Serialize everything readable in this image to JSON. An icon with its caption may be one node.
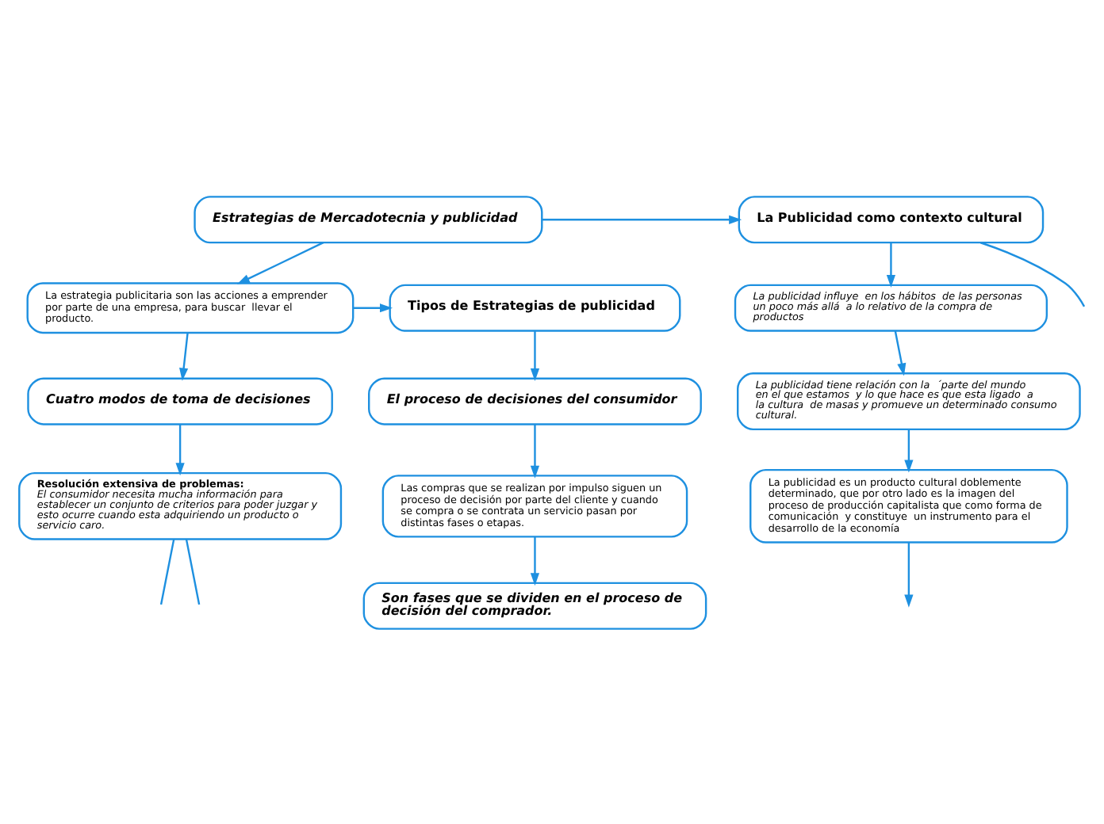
{
  "diagram": {
    "nodes": [
      {
        "text": [
          "Estrategias de Mercadotecnia y publicidad"
        ]
      },
      {
        "text": [
          "La estrategia publicitaria son las acciones a emprender por parte de una empresa, para buscar  llevar el producto."
        ]
      },
      {
        "text": [
          "Cuatro modos de toma de decisiones"
        ]
      },
      {
        "text": [
          "Resolución extensiva de problemas:",
          "El consumidor necesita mucha información para establecer un conjunto de criterios para poder juzgar y esto ocurre cuando esta adquiriendo un producto o servicio caro."
        ]
      },
      {
        "text": [
          "Tipos de Estrategias de publicidad"
        ]
      },
      {
        "text": [
          "El proceso de decisiones del consumidor"
        ]
      },
      {
        "text": [
          "Las compras que se realizan por impulso siguen un proceso de decisión por parte del cliente y cuando se compra o se contrata un servicio pasan por distintas fases o etapas."
        ]
      },
      {
        "text": [
          "Son fases que se dividen en el proceso de decisión del comprador."
        ]
      },
      {
        "text": [
          "La Publicidad como contexto cultural"
        ]
      },
      {
        "text": [
          "La publicidad influye  en los hábitos  de las personas un poco más allá  a lo relativo de la compra de productos"
        ]
      },
      {
        "text": [
          "La publicidad tiene relación con la  ´parte del mundo en el que estamos  y lo que hace es que esta ligado  a la cultura  de masas y promueve un determinado consumo cultural."
        ]
      },
      {
        "text": [
          "La publicidad es un producto cultural doblemente determinado, que por otro lado es la imagen del proceso de producción capitalista que como forma de comunicación  y constituye  un instrumento para el desarrollo de la economía"
        ]
      }
    ],
    "edges": [
      {
        "from": 0,
        "to": 1,
        "arrow": "to"
      },
      {
        "from": 1,
        "to": 2,
        "arrow": "to"
      },
      {
        "from": 2,
        "to": 3,
        "arrow": "to"
      },
      {
        "from": 1,
        "to": 4,
        "arrow": "to"
      },
      {
        "from": 4,
        "to": 5,
        "arrow": "to"
      },
      {
        "from": 5,
        "to": 6,
        "arrow": "to"
      },
      {
        "from": 6,
        "to": 7,
        "arrow": "to"
      },
      {
        "from": 0,
        "to": 8,
        "arrow": "to"
      },
      {
        "from": 8,
        "to": 9,
        "arrow": "to"
      },
      {
        "from": 9,
        "to": 10,
        "arrow": "to"
      },
      {
        "from": 10,
        "to": 11,
        "arrow": "to"
      },
      {
        "from": 8,
        "to": null,
        "arrow": "none"
      },
      {
        "from": 3,
        "to": null,
        "arrow": "none"
      },
      {
        "from": 3,
        "to": null,
        "arrow": "none"
      },
      {
        "from": 11,
        "to": null,
        "arrow": "to"
      }
    ]
  }
}
